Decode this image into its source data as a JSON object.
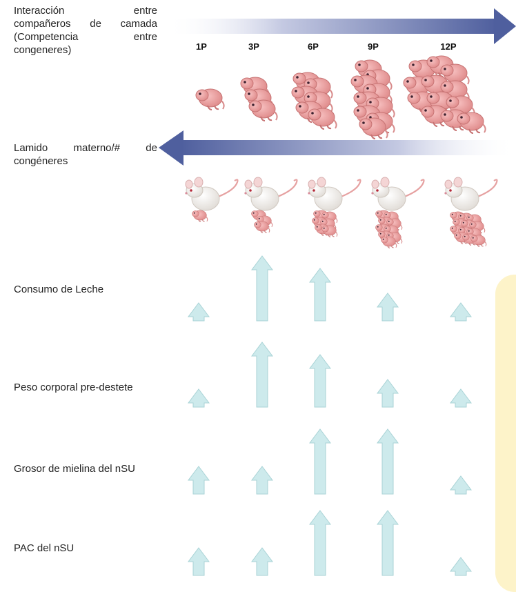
{
  "labels": {
    "competition": [
      "Interacción entre",
      "compañeros de camada",
      "(Competencia entre",
      "congeneres)"
    ],
    "maternal": [
      "Lamido materno/# de",
      "congéneres"
    ],
    "rows": [
      "Consumo de Leche",
      "Peso corporal pre-destete",
      "Grosor de mielina del nSU",
      "PAC del nSU"
    ]
  },
  "litters": [
    "1P",
    "3P",
    "6P",
    "9P",
    "12P"
  ],
  "icons": {
    "pup": "pup-icon",
    "mother": "mother-rat-icon",
    "arrow": "up-arrow-icon"
  },
  "colors": {
    "arrow_fill": "#cdeaec",
    "arrow_stroke": "#a9d3d6",
    "gradient_arrow": "#4f5f9e",
    "pup": "#eba0a0",
    "mother": "#f2f0ec",
    "panel": "#fdf3c9"
  },
  "effects": {
    "rows": [
      [
        1,
        4,
        3,
        2,
        1
      ],
      [
        1,
        4,
        3,
        2,
        1
      ],
      [
        2,
        2,
        4,
        4,
        1
      ],
      [
        2,
        2,
        4,
        4,
        1
      ]
    ],
    "scale": "relative magnitude (1 = small, 4 = large)"
  }
}
